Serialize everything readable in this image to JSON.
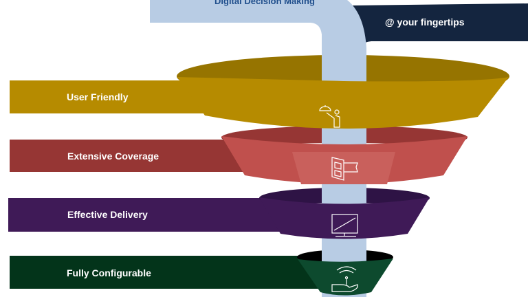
{
  "header": {
    "title": "Digital Decision Making",
    "tagline": "@ your fingertips"
  },
  "stages": [
    {
      "label": "User Friendly",
      "icon": "waiter-icon",
      "color": "#b68b00"
    },
    {
      "label": "Extensive Coverage",
      "icon": "brochure-icon",
      "color": "#c0504d"
    },
    {
      "label": "Effective Delivery",
      "icon": "monitor-icon",
      "color": "#3f1a57"
    },
    {
      "label": "Fully Configurable",
      "icon": "wireless-hand-icon",
      "color": "#0d4a2e"
    }
  ]
}
